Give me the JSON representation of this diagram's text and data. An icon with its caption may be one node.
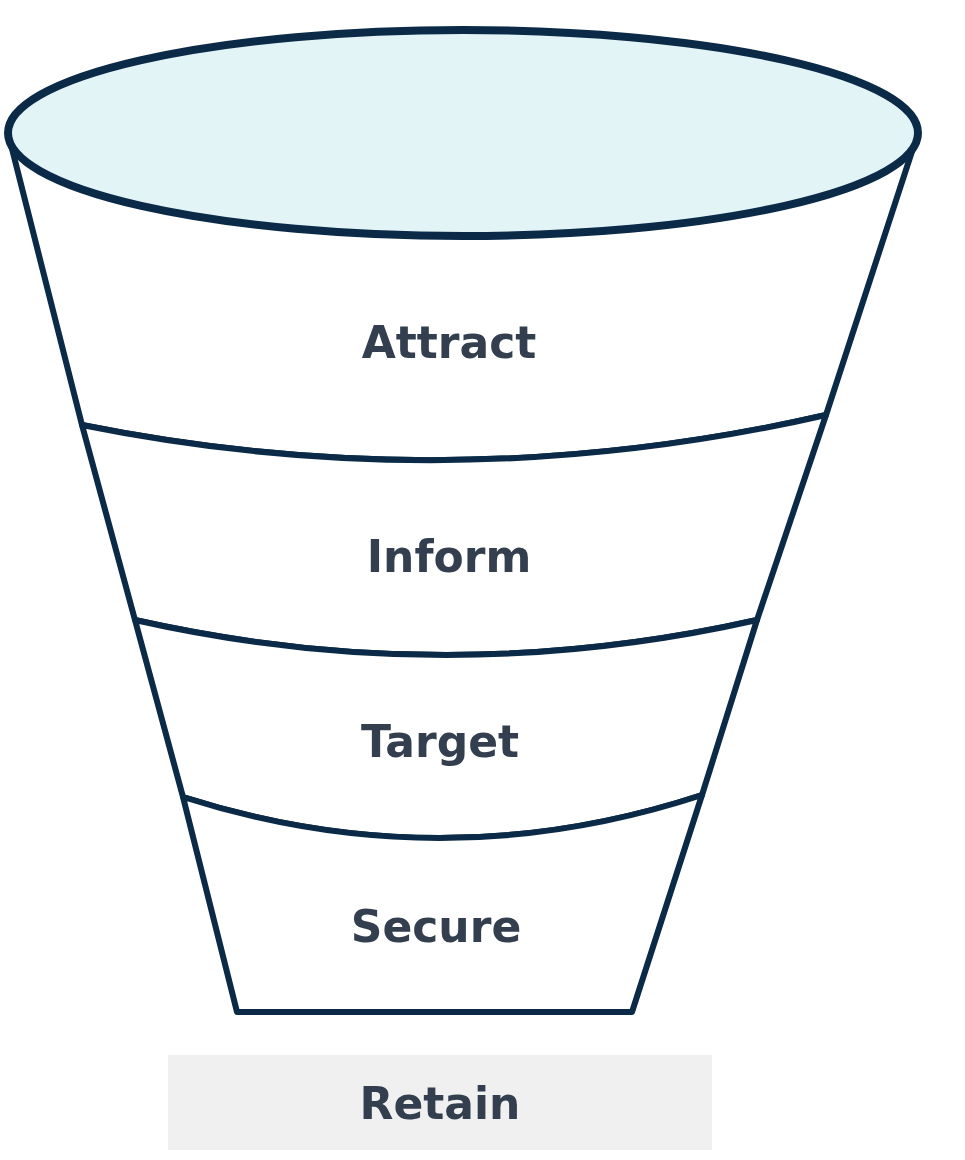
{
  "diagram": {
    "nodes": [
      {
        "text": [],
        "shape": "ellipse"
      },
      {
        "text": [
          "Attract"
        ]
      },
      {
        "text": [
          "Inform"
        ]
      },
      {
        "text": [
          "Target"
        ]
      },
      {
        "text": [
          "Secure"
        ]
      },
      {
        "text": [
          "Retain"
        ]
      }
    ],
    "edges": []
  }
}
